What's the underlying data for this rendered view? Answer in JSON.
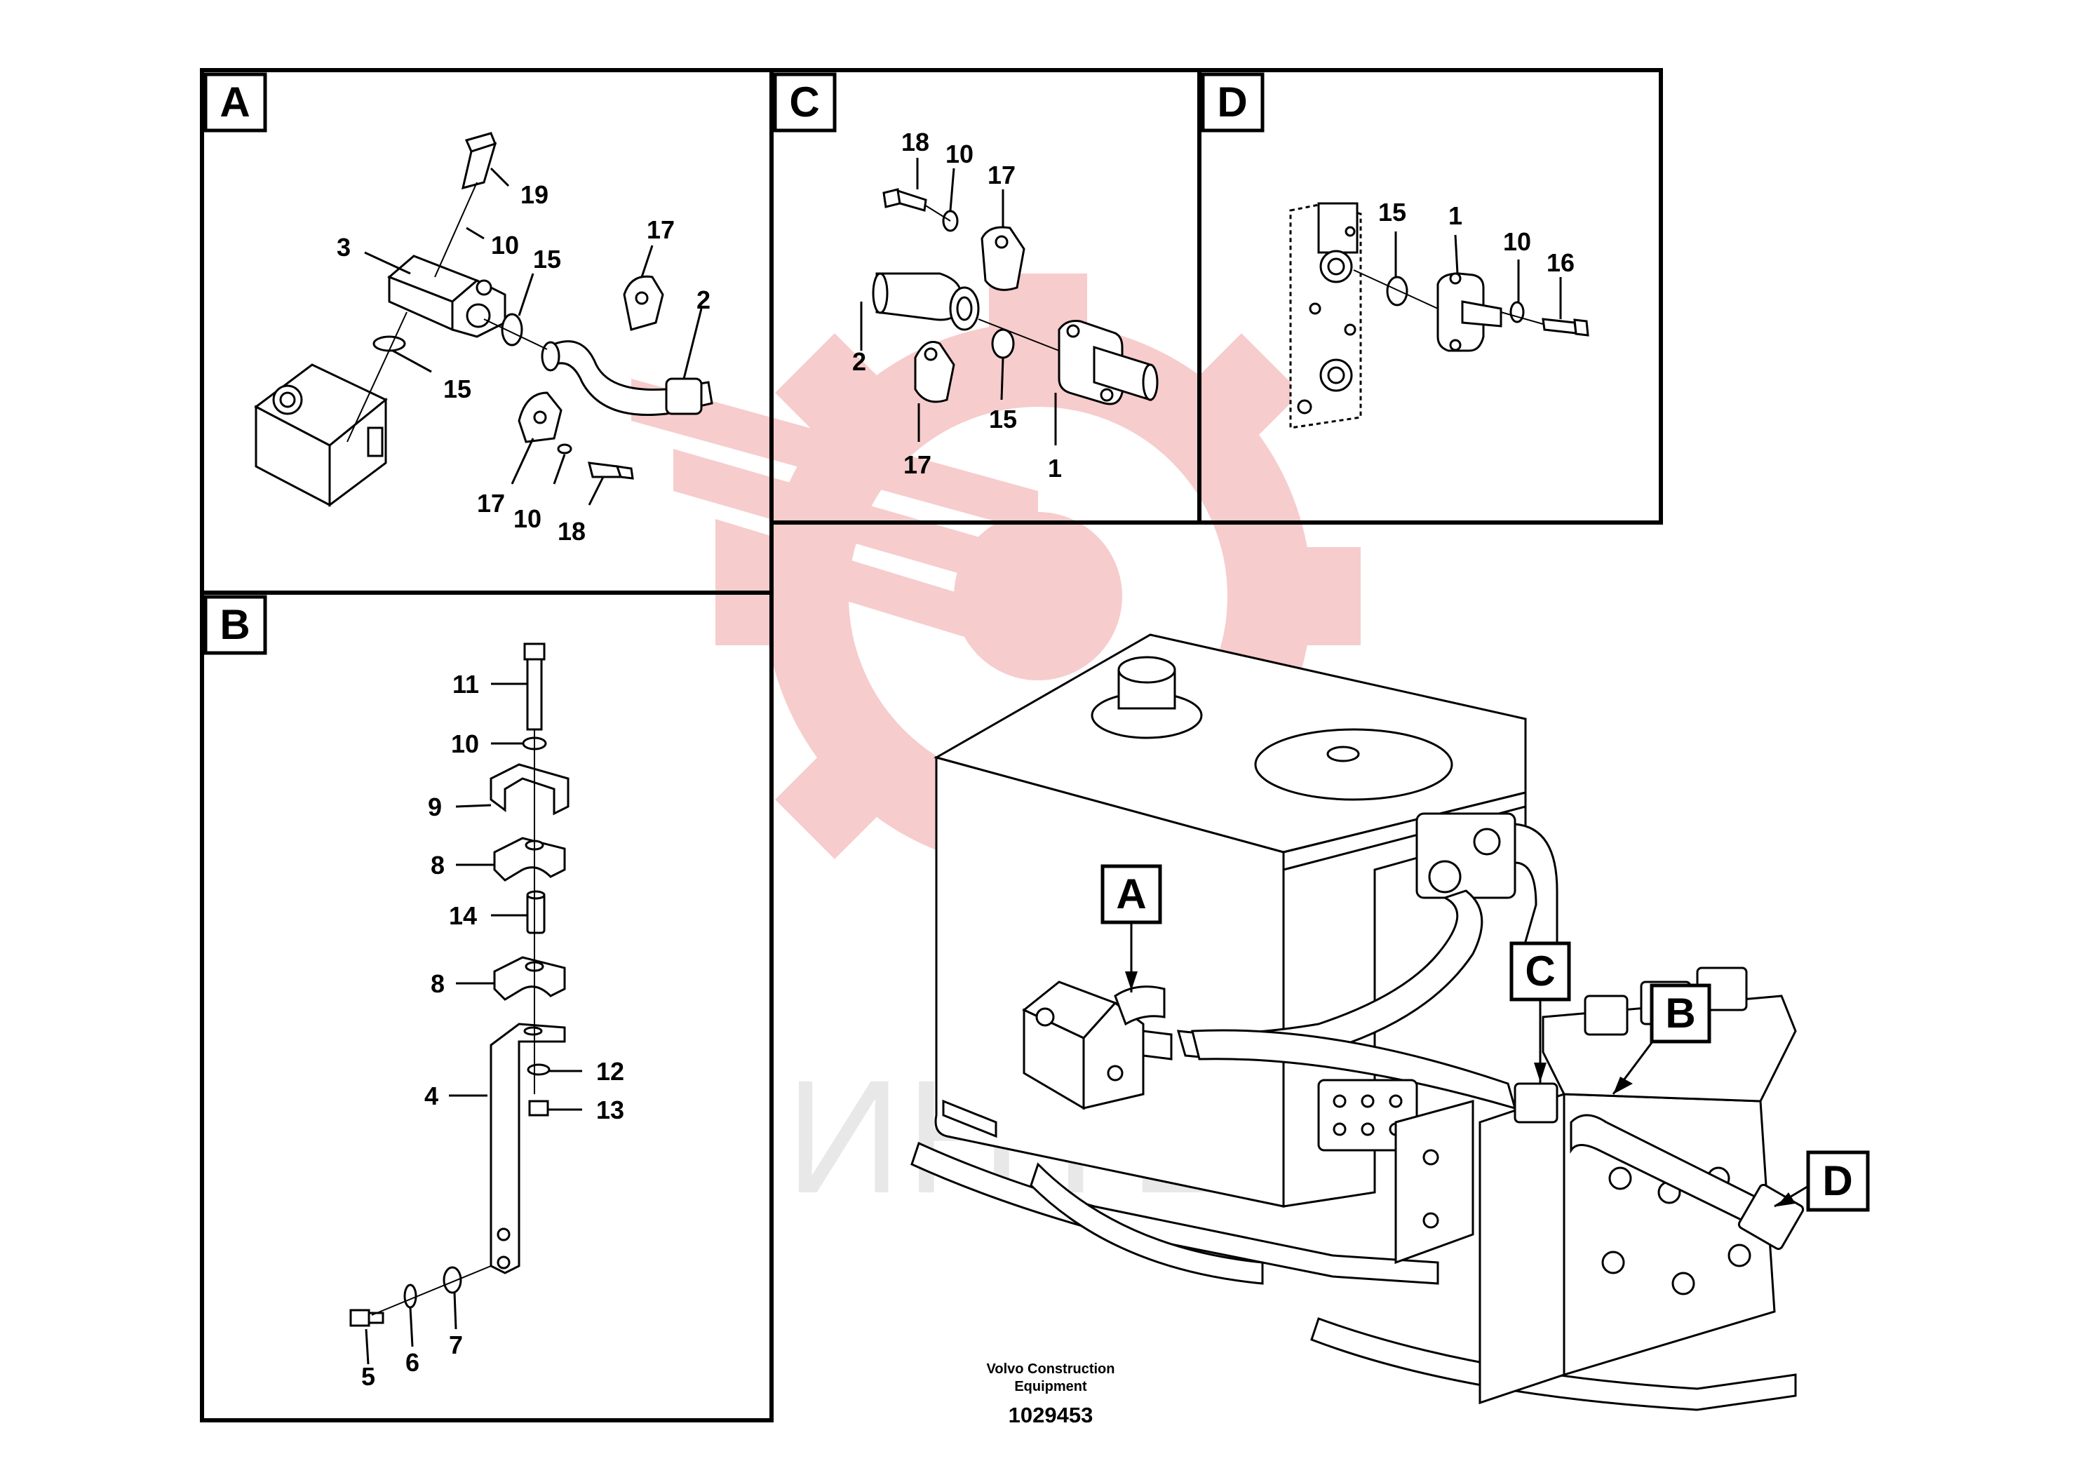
{
  "panels": {
    "A": {
      "label": "A",
      "callouts": {
        "c19": "19",
        "c10a": "10",
        "c3": "3",
        "c15a": "15",
        "c17a": "17",
        "c2": "2",
        "c15b": "15",
        "c17b": "17",
        "c10b": "10",
        "c18": "18"
      }
    },
    "B": {
      "label": "B",
      "callouts": {
        "c11": "11",
        "c10": "10",
        "c9": "9",
        "c8a": "8",
        "c14": "14",
        "c8b": "8",
        "c12": "12",
        "c4": "4",
        "c13": "13",
        "c5": "5",
        "c6": "6",
        "c7": "7"
      }
    },
    "C": {
      "label": "C",
      "callouts": {
        "c18": "18",
        "c10": "10",
        "c17a": "17",
        "c2": "2",
        "c15": "15",
        "c17b": "17",
        "c1": "1"
      }
    },
    "D": {
      "label": "D",
      "callouts": {
        "c15": "15",
        "c1": "1",
        "c10": "10",
        "c16": "16"
      }
    }
  },
  "overview": {
    "tags": {
      "A": "A",
      "B": "B",
      "C": "C",
      "D": "D"
    }
  },
  "watermark": {
    "text": "ИНТЕХ",
    "color": "#f3b3b3"
  },
  "footer": {
    "brand_line1": "Volvo Construction",
    "brand_line2": "Equipment",
    "drawing_number": "1029453"
  }
}
